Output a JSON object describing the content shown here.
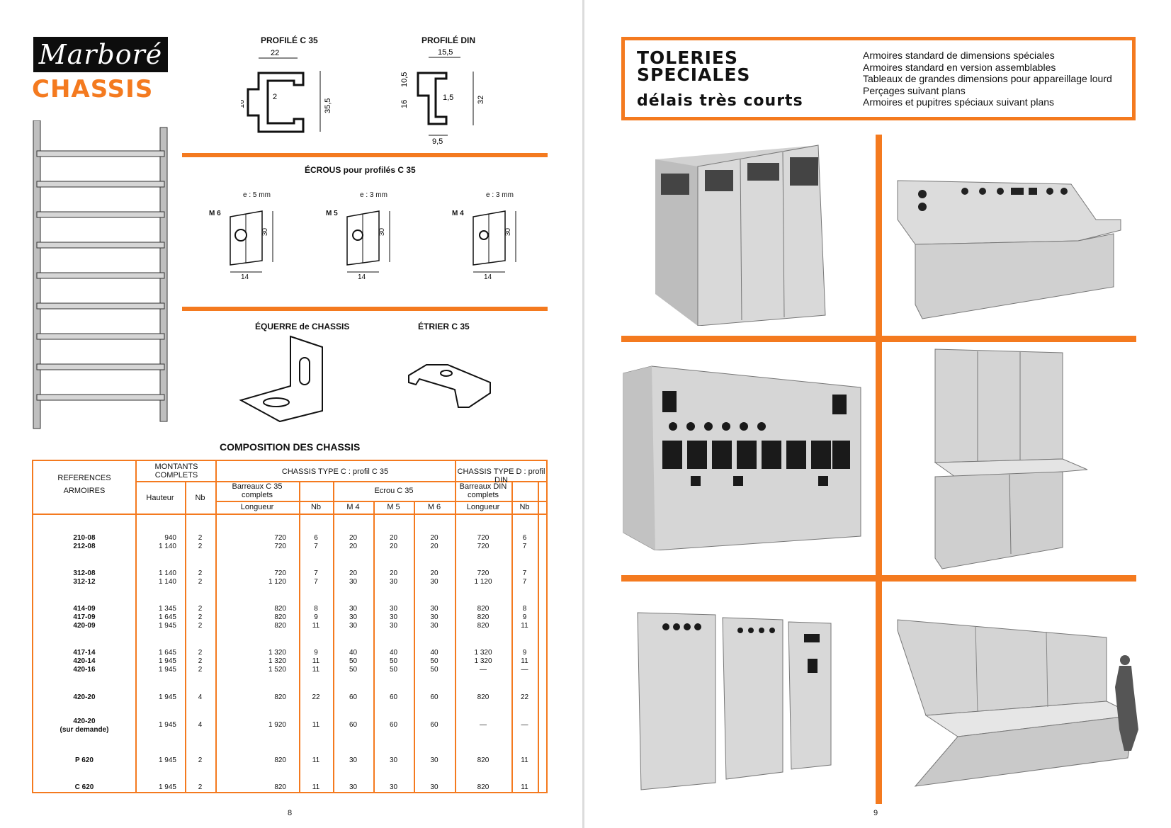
{
  "left_page": {
    "brand": "Marboré",
    "title": "CHASSIS",
    "profile_c35": {
      "label": "PROFILÉ C 35",
      "dims": [
        "22",
        "16",
        "2",
        "35,5"
      ]
    },
    "profile_din": {
      "label": "PROFILÉ DIN",
      "dims": [
        "15,5",
        "10,5",
        "16",
        "1,5",
        "32",
        "9,5"
      ]
    },
    "ecrous_title": "ÉCROUS pour profilés C 35",
    "ecrous": [
      {
        "thickness": "e : 5 mm",
        "size": "M 6",
        "height": "30",
        "width": "14"
      },
      {
        "thickness": "e : 3 mm",
        "size": "M 5",
        "height": "30",
        "width": "14"
      },
      {
        "thickness": "e : 3 mm",
        "size": "M 4",
        "height": "30",
        "width": "14"
      }
    ],
    "equerre_label": "ÉQUERRE de CHASSIS",
    "etrier_label": "ÉTRIER C 35",
    "composition_title": "COMPOSITION DES CHASSIS",
    "table": {
      "headers": {
        "references": "REFERENCES",
        "armoires": "ARMOIRES",
        "montants": "MONTANTS COMPLETS",
        "hauteur": "Hauteur",
        "nb": "Nb",
        "type_c": "CHASSIS TYPE C : profil C 35",
        "barreaux_c35": "Barreaux C 35 complets",
        "longueur": "Longueur",
        "ecrou_c35": "Ecrou C 35",
        "m4": "M 4",
        "m5": "M 5",
        "m6": "M 6",
        "type_d": "CHASSIS TYPE D : profil DIN",
        "barreaux_din": "Barreaux DIN complets"
      },
      "groups": [
        {
          "ref": "210-08\n212-08",
          "hauteur": "940\n1 140",
          "nb": "2\n2",
          "c_long": "720\n720",
          "c_nb": "6\n7",
          "m4": "20\n20",
          "m5": "20\n20",
          "m6": "20\n20",
          "d_long": "720\n720",
          "d_nb": "6\n7"
        },
        {
          "ref": "312-08\n312-12",
          "hauteur": "1 140\n1 140",
          "nb": "2\n2",
          "c_long": "720\n1 120",
          "c_nb": "7\n7",
          "m4": "20\n30",
          "m5": "20\n30",
          "m6": "20\n30",
          "d_long": "720\n1 120",
          "d_nb": "7\n7"
        },
        {
          "ref": "414-09\n417-09\n420-09",
          "hauteur": "1 345\n1 645\n1 945",
          "nb": "2\n2\n2",
          "c_long": "820\n820\n820",
          "c_nb": "8\n9\n11",
          "m4": "30\n30\n30",
          "m5": "30\n30\n30",
          "m6": "30\n30\n30",
          "d_long": "820\n820\n820",
          "d_nb": "8\n9\n11"
        },
        {
          "ref": "417-14\n420-14\n420-16",
          "hauteur": "1 645\n1 945\n1 945",
          "nb": "2\n2\n2",
          "c_long": "1 320\n1 320\n1 520",
          "c_nb": "9\n11\n11",
          "m4": "40\n50\n50",
          "m5": "40\n50\n50",
          "m6": "40\n50\n50",
          "d_long": "1 320\n1 320\n—",
          "d_nb": "9\n11\n—"
        },
        {
          "ref": "420-20",
          "hauteur": "1 945",
          "nb": "4",
          "c_long": "820",
          "c_nb": "22",
          "m4": "60",
          "m5": "60",
          "m6": "60",
          "d_long": "820",
          "d_nb": "22"
        },
        {
          "ref": "420-20\n(sur demande)",
          "hauteur": "1 945",
          "nb": "4",
          "c_long": "1 920",
          "c_nb": "11",
          "m4": "60",
          "m5": "60",
          "m6": "60",
          "d_long": "—",
          "d_nb": "—"
        },
        {
          "ref": "P 620",
          "hauteur": "1 945",
          "nb": "2",
          "c_long": "820",
          "c_nb": "11",
          "m4": "30",
          "m5": "30",
          "m6": "30",
          "d_long": "820",
          "d_nb": "11"
        },
        {
          "ref": "C 620",
          "hauteur": "1 945",
          "nb": "2",
          "c_long": "820",
          "c_nb": "11",
          "m4": "30",
          "m5": "30",
          "m6": "30",
          "d_long": "820",
          "d_nb": "11"
        }
      ]
    },
    "page_number": "8"
  },
  "right_page": {
    "title_line1": "TOLERIES",
    "title_line2": "SPECIALES",
    "subtitle": "délais très courts",
    "features": [
      "Armoires standard de dimensions spéciales",
      "Armoires standard en version assemblables",
      "Tableaux de grandes dimensions pour appareillage lourd",
      "Perçages suivant plans",
      "Armoires et pupitres spéciaux suivant plans"
    ],
    "page_number": "9"
  },
  "colors": {
    "accent": "#f47a1f",
    "ink": "#111111",
    "photo_gray": "#d8d8d8"
  }
}
